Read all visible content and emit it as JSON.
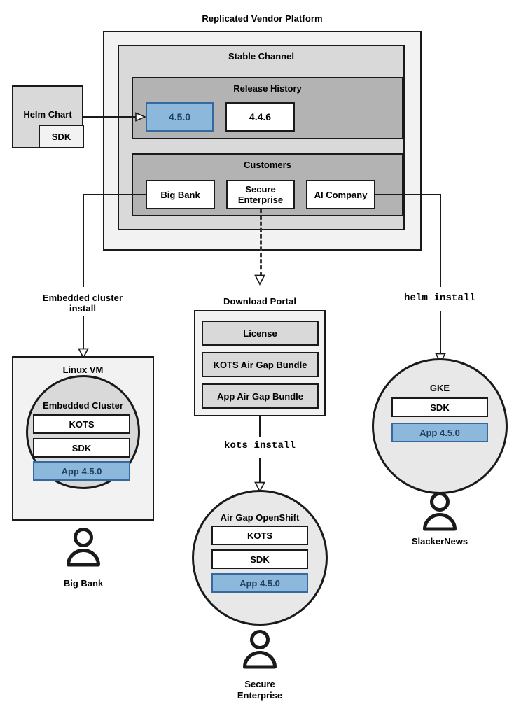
{
  "diagram": {
    "title": "Replicated Vendor Platform",
    "type": "architecture-flow"
  },
  "platform": {
    "title": "Replicated Vendor Platform",
    "channel": {
      "title": "Stable Channel",
      "release_history": {
        "title": "Release History",
        "releases": [
          {
            "version": "4.5.0",
            "state": "current",
            "color": "#8cb8dc"
          },
          {
            "version": "4.4.6",
            "state": "previous",
            "color": "#ffffff"
          }
        ]
      },
      "customers": {
        "title": "Customers",
        "items": [
          {
            "name": "Big Bank"
          },
          {
            "name": "Secure\nEnterprise",
            "line1": "Secure",
            "line2": "Enterprise"
          },
          {
            "name": "AI Company"
          }
        ]
      }
    }
  },
  "source": {
    "helm_chart": "Helm Chart",
    "sdk": "SDK"
  },
  "flows": {
    "embedded": {
      "line1": "Embedded cluster",
      "line2": "install",
      "style": "text"
    },
    "kots": {
      "label": "kots install",
      "style": "mono"
    },
    "helm": {
      "label": "helm install",
      "style": "mono"
    }
  },
  "download_portal": {
    "title": "Download Portal",
    "artifacts": [
      "License",
      "KOTS Air Gap Bundle",
      "App Air Gap Bundle"
    ]
  },
  "targets": {
    "linux_vm": {
      "title": "Linux VM",
      "cluster_title": "Embedded Cluster",
      "components": [
        {
          "label": "KOTS",
          "highlight": false
        },
        {
          "label": "SDK",
          "highlight": false
        },
        {
          "label": "App 4.5.0",
          "highlight": true
        }
      ],
      "customer": "Big Bank"
    },
    "openshift": {
      "title": "Air Gap OpenShift",
      "components": [
        {
          "label": "KOTS",
          "highlight": false
        },
        {
          "label": "SDK",
          "highlight": false
        },
        {
          "label": "App 4.5.0",
          "highlight": true
        }
      ],
      "customer_line1": "Secure",
      "customer_line2": "Enterprise"
    },
    "gke": {
      "title": "GKE",
      "components": [
        {
          "label": "SDK",
          "highlight": false
        },
        {
          "label": "App 4.5.0",
          "highlight": true
        }
      ],
      "customer": "SlackerNews"
    }
  },
  "colors": {
    "highlight_fill": "#8cb8dc",
    "highlight_border": "#36699e",
    "highlight_text": "#1f3f63",
    "shell_outer": "#f2f2f2",
    "shell_mid": "#d9d9d9",
    "shell_inner": "#b3b3b3",
    "stroke": "#1a1a1a",
    "circle_fill": "#e8e8e8"
  },
  "icons": {
    "person": "person-icon",
    "arrow_down": "arrow-down-icon",
    "arrow_right": "arrow-right-icon"
  }
}
